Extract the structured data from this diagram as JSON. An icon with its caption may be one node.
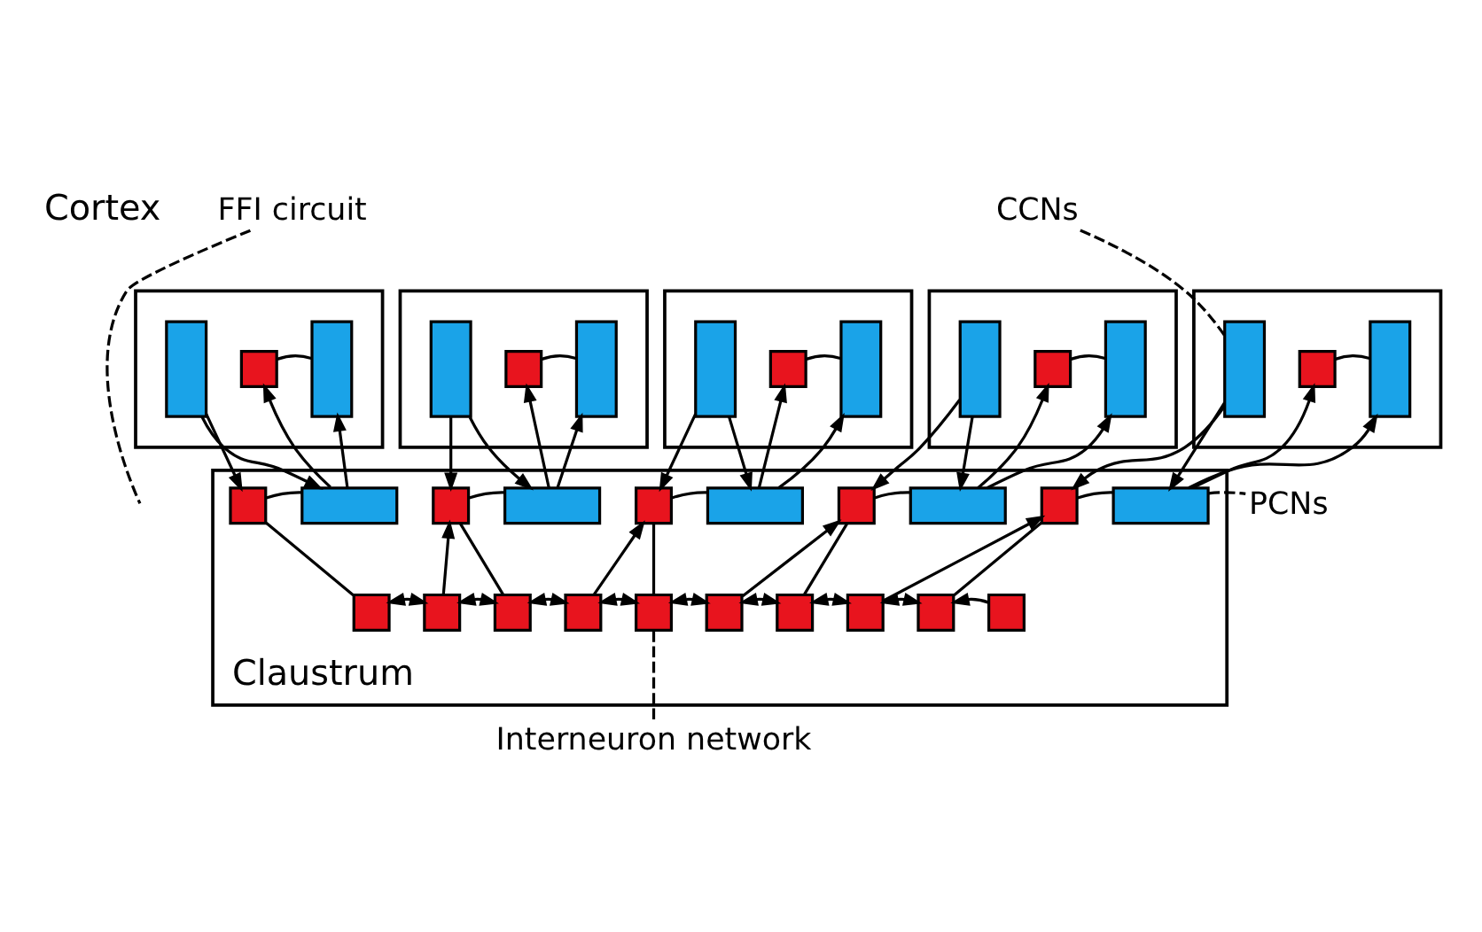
{
  "diagram": {
    "nodes": [
      {
        "text": [
          "CCNs"
        ]
      },
      {
        "text": [
          "FFI circuit"
        ]
      },
      {
        "text": [],
        "shape": "box"
      },
      {
        "text": [],
        "shape": "box",
        "in": 2
      },
      {
        "text": [],
        "shape": "box",
        "in": 2
      },
      {
        "text": [],
        "shape": "box",
        "in": 2
      },
      {
        "text": [],
        "shape": "box"
      },
      {
        "text": [],
        "shape": "box",
        "in": 6
      },
      {
        "text": [],
        "shape": "box",
        "in": 6
      },
      {
        "text": [],
        "shape": "box",
        "in": 6
      },
      {
        "text": [],
        "shape": "box"
      },
      {
        "text": [],
        "shape": "box",
        "in": 10
      },
      {
        "text": [],
        "shape": "box",
        "in": 10
      },
      {
        "text": [],
        "shape": "box",
        "in": 10
      },
      {
        "text": [],
        "shape": "box"
      },
      {
        "text": [],
        "shape": "box",
        "in": 14
      },
      {
        "text": [],
        "shape": "box",
        "in": 14
      },
      {
        "text": [],
        "shape": "box",
        "in": 14
      },
      {
        "text": [],
        "shape": "box"
      },
      {
        "text": [],
        "shape": "box",
        "in": 18
      },
      {
        "text": [],
        "shape": "box",
        "in": 18
      },
      {
        "text": [],
        "shape": "box",
        "in": 18
      },
      {
        "text": [
          "Claustrum"
        ]
      },
      {
        "text": [],
        "shape": "box",
        "in": 22
      },
      {
        "text": [],
        "shape": "box",
        "in": 22
      },
      {
        "text": [],
        "shape": "box",
        "in": 22
      },
      {
        "text": [],
        "shape": "box",
        "in": 22
      },
      {
        "text": [],
        "shape": "box",
        "in": 22
      },
      {
        "text": [],
        "shape": "box",
        "in": 22
      },
      {
        "text": [],
        "shape": "box",
        "in": 22
      },
      {
        "text": [],
        "shape": "box",
        "in": 22
      },
      {
        "text": [],
        "shape": "box",
        "in": 22
      },
      {
        "text": [],
        "shape": "box",
        "in": 22
      },
      {
        "text": [],
        "shape": "box",
        "in": 22
      },
      {
        "text": [],
        "shape": "box",
        "in": 22
      },
      {
        "text": [],
        "shape": "box",
        "in": 22
      },
      {
        "text": [],
        "shape": "box",
        "in": 22
      },
      {
        "text": [],
        "shape": "box",
        "in": 22
      },
      {
        "text": [],
        "shape": "box",
        "in": 22
      },
      {
        "text": [],
        "shape": "box",
        "in": 22
      },
      {
        "text": [],
        "shape": "box",
        "in": 22
      },
      {
        "text": [],
        "shape": "box",
        "in": 22
      },
      {
        "text": [],
        "shape": "box",
        "in": 22
      },
      {
        "text": [
          "PCNs"
        ]
      },
      {
        "text": [
          "Interneuron network"
        ]
      }
    ],
    "edges": [
      {
        "from": 4,
        "to": 5,
        "arrow": "none"
      },
      {
        "from": 3,
        "to": 23,
        "arrow": "to"
      },
      {
        "from": 3,
        "to": 24,
        "arrow": "to"
      },
      {
        "from": 24,
        "to": 4,
        "arrow": "to"
      },
      {
        "from": 24,
        "to": 5,
        "arrow": "to"
      },
      {
        "from": 23,
        "to": 24,
        "arrow": "none"
      },
      {
        "from": 23,
        "to": 33,
        "arrow": "none"
      },
      {
        "from": 8,
        "to": 9,
        "arrow": "none"
      },
      {
        "from": 7,
        "to": 25,
        "arrow": "to"
      },
      {
        "from": 7,
        "to": 26,
        "arrow": "to"
      },
      {
        "from": 26,
        "to": 8,
        "arrow": "to"
      },
      {
        "from": 26,
        "to": 9,
        "arrow": "to"
      },
      {
        "from": 25,
        "to": 26,
        "arrow": "none"
      },
      {
        "from": 25,
        "to": 35,
        "arrow": "none"
      },
      {
        "from": 12,
        "to": 13,
        "arrow": "none"
      },
      {
        "from": 11,
        "to": 27,
        "arrow": "to"
      },
      {
        "from": 11,
        "to": 28,
        "arrow": "to"
      },
      {
        "from": 28,
        "to": 12,
        "arrow": "to"
      },
      {
        "from": 28,
        "to": 13,
        "arrow": "to"
      },
      {
        "from": 27,
        "to": 28,
        "arrow": "none"
      },
      {
        "from": 27,
        "to": 37,
        "arrow": "none"
      },
      {
        "from": 16,
        "to": 17,
        "arrow": "none"
      },
      {
        "from": 15,
        "to": 29,
        "arrow": "to"
      },
      {
        "from": 15,
        "to": 30,
        "arrow": "to"
      },
      {
        "from": 30,
        "to": 16,
        "arrow": "to"
      },
      {
        "from": 30,
        "to": 17,
        "arrow": "to"
      },
      {
        "from": 29,
        "to": 30,
        "arrow": "none"
      },
      {
        "from": 29,
        "to": 39,
        "arrow": "none"
      },
      {
        "from": 20,
        "to": 21,
        "arrow": "none"
      },
      {
        "from": 19,
        "to": 31,
        "arrow": "to"
      },
      {
        "from": 19,
        "to": 32,
        "arrow": "to"
      },
      {
        "from": 32,
        "to": 20,
        "arrow": "to"
      },
      {
        "from": 32,
        "to": 21,
        "arrow": "to"
      },
      {
        "from": 31,
        "to": 32,
        "arrow": "none"
      },
      {
        "from": 31,
        "to": 41,
        "arrow": "none"
      },
      {
        "from": 34,
        "to": 25,
        "arrow": "to"
      },
      {
        "from": 36,
        "to": 27,
        "arrow": "to"
      },
      {
        "from": 38,
        "to": 29,
        "arrow": "to"
      },
      {
        "from": 40,
        "to": 31,
        "arrow": "to"
      },
      {
        "from": 33,
        "to": 34,
        "arrow": "both"
      },
      {
        "from": 34,
        "to": 35,
        "arrow": "both"
      },
      {
        "from": 35,
        "to": 36,
        "arrow": "both"
      },
      {
        "from": 36,
        "to": 37,
        "arrow": "both"
      },
      {
        "from": 37,
        "to": 38,
        "arrow": "both"
      },
      {
        "from": 38,
        "to": 39,
        "arrow": "both"
      },
      {
        "from": 39,
        "to": 40,
        "arrow": "both"
      },
      {
        "from": 40,
        "to": 41,
        "arrow": "both"
      },
      {
        "from": 42,
        "to": 41,
        "arrow": "to"
      },
      {
        "from": 0,
        "to": 19,
        "arrow": "none",
        "style": "dashed"
      },
      {
        "from": 1,
        "to": null,
        "arrow": "none",
        "style": "dashed"
      },
      {
        "from": 32,
        "to": 43,
        "arrow": "none",
        "style": "dashed"
      },
      {
        "from": 37,
        "to": 44,
        "arrow": "none",
        "style": "dashed"
      }
    ],
    "labels": [
      "Cortex"
    ]
  }
}
